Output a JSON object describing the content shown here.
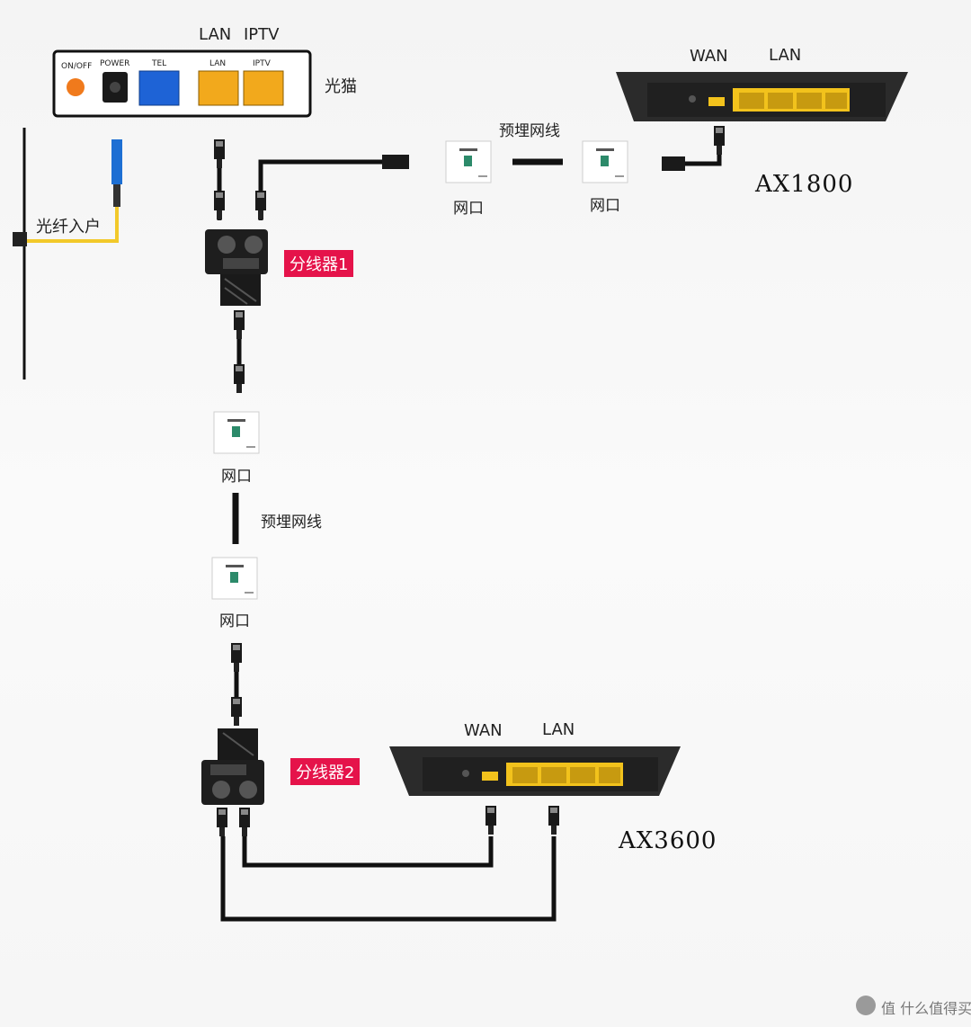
{
  "modem": {
    "top_lan": "LAN",
    "top_iptv": "IPTV",
    "btn_onoff": "ON/OFF",
    "power": "POWER",
    "tel": "TEL",
    "lan": "LAN",
    "iptv": "IPTV",
    "name": "光猫"
  },
  "fiber_in": "光纤入户",
  "splitter1": "分线器1",
  "splitter2": "分线器2",
  "buried_cable_top": "预埋网线",
  "buried_cable_mid": "预埋网线",
  "wall_port_label": "网口",
  "router1": {
    "wan": "WAN",
    "lan": "LAN",
    "model": "AX1800"
  },
  "router2": {
    "wan": "WAN",
    "lan": "LAN",
    "model": "AX3600"
  },
  "watermark": "值 什么值得买",
  "colors": {
    "splitter_tag": "#e5134a",
    "lan_port": "#f2a91c",
    "tel_port": "#1e63d6",
    "fiber": "#f2c92a"
  }
}
